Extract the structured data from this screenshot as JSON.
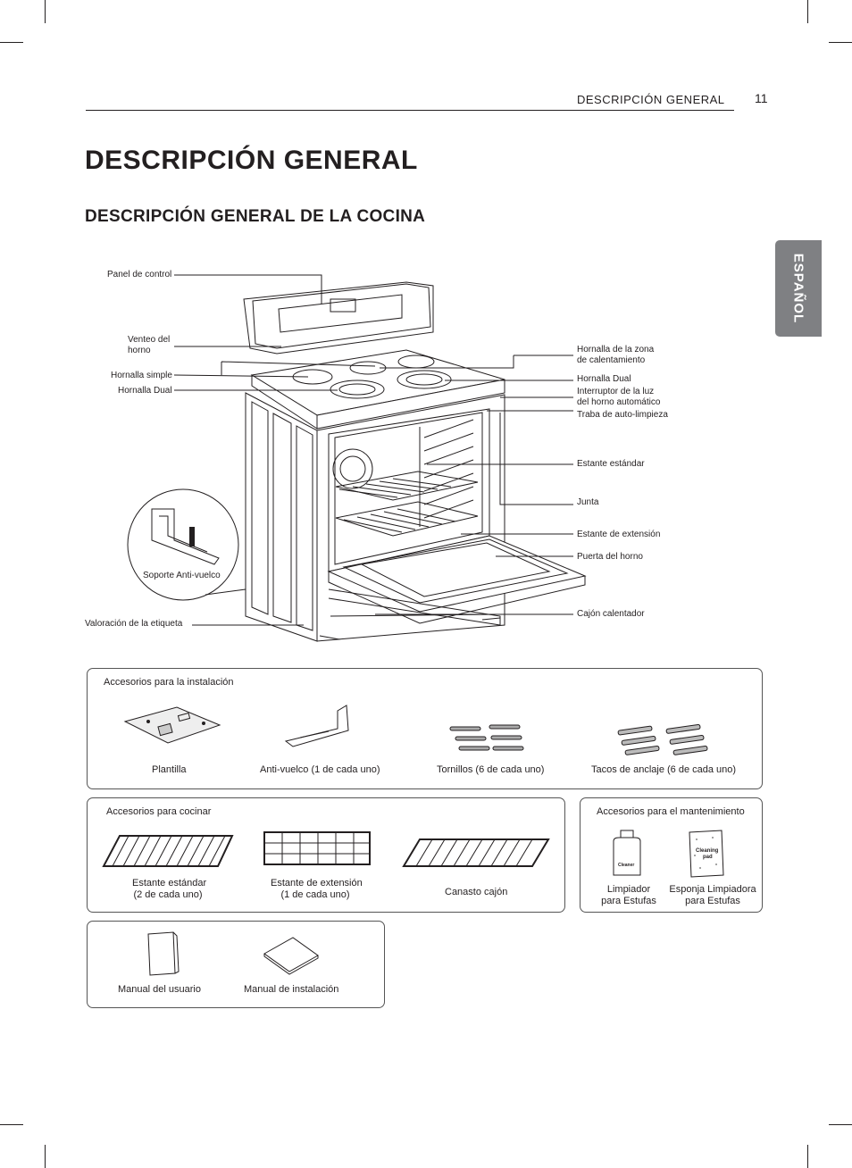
{
  "header": {
    "section": "DESCRIPCIÓN GENERAL",
    "page_number": "11"
  },
  "title": "DESCRIPCIÓN GENERAL",
  "subtitle": "DESCRIPCIÓN GENERAL DE LA COCINA",
  "language_tab": "ESPAÑOL",
  "diagram_labels": {
    "control_panel": "Panel de control",
    "oven_vent_1": "Venteo del",
    "oven_vent_2": "horno",
    "single_burner": "Hornalla simple",
    "dual_burner_left": "Hornalla Dual",
    "warming_zone_1": "Hornalla de la zona",
    "warming_zone_2": "de calentamiento",
    "dual_burner_right": "Hornalla Dual",
    "light_switch_1": "Interruptor de la luz",
    "light_switch_2": "del horno automático",
    "self_clean_lock": "Traba de auto-limpieza",
    "standard_rack": "Estante estándar",
    "gasket": "Junta",
    "extension_rack": "Estante de extensión",
    "oven_door": "Puerta del horno",
    "warming_drawer": "Cajón calentador",
    "anti_tip": "Soporte Anti-vuelco",
    "rating_label": "Valoración de la etiqueta"
  },
  "installation": {
    "title": "Accesorios para la instalación",
    "items": [
      "Plantilla",
      "Anti-vuelco (1 de cada uno)",
      "Tornillos (6 de cada uno)",
      "Tacos de anclaje (6 de cada uno)"
    ]
  },
  "cooking": {
    "title": "Accesorios para cocinar",
    "items": [
      {
        "line1": "Estante estándar",
        "line2": "(2 de cada uno)"
      },
      {
        "line1": "Estante de extensión",
        "line2": "(1 de cada uno)"
      },
      {
        "line1": "Canasto cajón",
        "line2": ""
      }
    ]
  },
  "maintenance": {
    "title": "Accesorios para el mantenimiento",
    "items": [
      {
        "line1": "Limpiador",
        "line2": "para Estufas",
        "product_text": "Cleaner"
      },
      {
        "line1": "Esponja Limpiadora",
        "line2": "para Estufas",
        "product_text_1": "Cleaning",
        "product_text_2": "pad"
      }
    ]
  },
  "manuals": {
    "items": [
      "Manual del usuario",
      "Manual de instalación"
    ]
  }
}
